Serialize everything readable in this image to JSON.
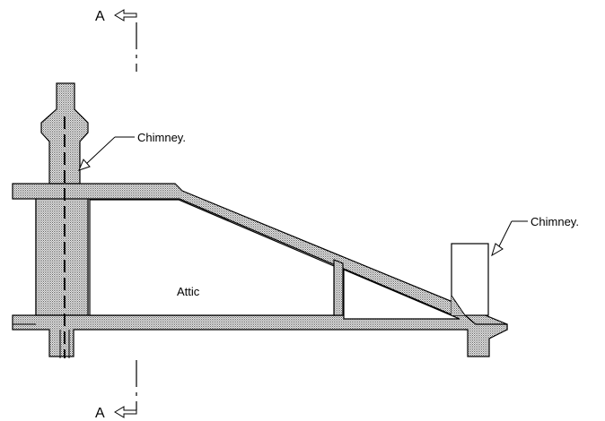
{
  "labels": {
    "section_mark_top": "A",
    "section_mark_bottom": "A",
    "chimney_left": "Chimney.",
    "chimney_right": "Chimney.",
    "room": "Attic"
  },
  "colors": {
    "line": "#000000",
    "background": "#ffffff",
    "hatch_dot": "#333333"
  }
}
